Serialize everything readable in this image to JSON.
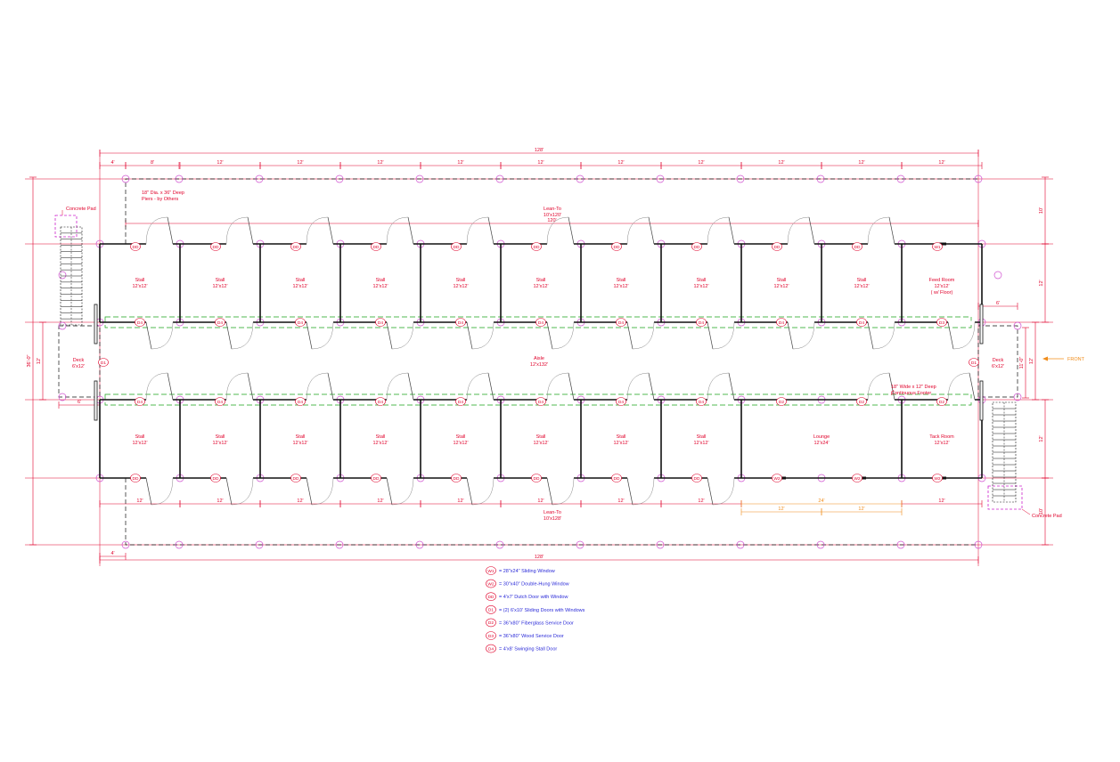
{
  "colors": {
    "dim": "#e0002a",
    "wall": "#111111",
    "footer": "#1aa11a",
    "pad": "#cc22cc",
    "legend": "#2a2ad8",
    "accent": "#f08c1a",
    "tag": "#e0002a"
  },
  "dims": {
    "overall_width": "128'",
    "leanto_inner": "120'",
    "offset_4": "4'",
    "first_bay": "8'",
    "bay": "12'",
    "depth_10": "10'",
    "depth_12": "12'",
    "overall_depth": "36'-0\"",
    "aisle_depth_left": "12'",
    "aisle_depth_right": "12'",
    "aisle_clear": "11'-0\"",
    "deck_6": "6'",
    "lounge_width": "24'"
  },
  "labels": {
    "concrete_pad_top": "Concrete Pad",
    "concrete_pad_bottom": "Concrete Pad",
    "piers_note_1": "18\" Dia. x 36\" Deep",
    "piers_note_2": "Piers - by Others",
    "leanto_top_1": "Lean-To",
    "leanto_top_2": "10'x120'",
    "leanto_bottom_1": "Lean-To",
    "leanto_bottom_2": "10'x128'",
    "aisle_1": "Aisle",
    "aisle_2": "12'x132'",
    "deck_left_1": "Deck",
    "deck_left_2": "6'x12'",
    "deck_right_1": "Deck",
    "deck_right_2": "6'x12'",
    "front": "FRONT",
    "footer_note_1": "18\" Wide x 12\" Deep",
    "footer_note_2": "Continuous Footer"
  },
  "rooms_top": [
    {
      "name": "Stall",
      "size": "12'x12'"
    },
    {
      "name": "Stall",
      "size": "12'x12'"
    },
    {
      "name": "Stall",
      "size": "12'x12'"
    },
    {
      "name": "Stall",
      "size": "12'x12'"
    },
    {
      "name": "Stall",
      "size": "12'x12'"
    },
    {
      "name": "Stall",
      "size": "12'x12'"
    },
    {
      "name": "Stall",
      "size": "12'x12'"
    },
    {
      "name": "Stall",
      "size": "12'x12'"
    },
    {
      "name": "Stall",
      "size": "12'x12'"
    },
    {
      "name": "Stall",
      "size": "12'x12'"
    },
    {
      "name": "Feed Room",
      "size": "12'x12'",
      "note": "( w/ Floor)"
    }
  ],
  "rooms_bottom": [
    {
      "name": "Stall",
      "size": "12'x12'"
    },
    {
      "name": "Stall",
      "size": "12'x12'"
    },
    {
      "name": "Stall",
      "size": "12'x12'"
    },
    {
      "name": "Stall",
      "size": "12'x12'"
    },
    {
      "name": "Stall",
      "size": "12'x12'"
    },
    {
      "name": "Stall",
      "size": "12'x12'"
    },
    {
      "name": "Stall",
      "size": "12'x12'"
    },
    {
      "name": "Stall",
      "size": "12'x12'"
    },
    {
      "name": "Lounge",
      "size": "12'x24'"
    },
    {
      "name": "Tack Room",
      "size": "12'x12'"
    }
  ],
  "tags": {
    "top_outer": [
      "DD",
      "DD",
      "DD",
      "DD",
      "DD",
      "DD",
      "DD",
      "DD",
      "DD",
      "DD",
      "W1"
    ],
    "top_inner": [
      "D4",
      "D4",
      "D4",
      "D4",
      "D4",
      "D4",
      "D4",
      "D4",
      "D4",
      "D4",
      "D3"
    ],
    "bottom_inner": [
      "D4",
      "D4",
      "D4",
      "D4",
      "D4",
      "D4",
      "D4",
      "D4",
      "D2",
      "D2",
      "D2"
    ],
    "bottom_outer": [
      "DD",
      "DD",
      "DD",
      "DD",
      "DD",
      "DD",
      "DD",
      "DD",
      "W2",
      "W2",
      "W2"
    ],
    "end_left": "D1",
    "end_right": "D1"
  },
  "legend": [
    {
      "tag": "W1",
      "text": "= 28\"x24\" Sliding Window"
    },
    {
      "tag": "W2",
      "text": "= 30\"x40\" Double-Hung Window"
    },
    {
      "tag": "DD",
      "text": "= 4'x7' Dutch Door with Window"
    },
    {
      "tag": "D1",
      "text": "= (2) 6'x10' Sliding Doors with Windows"
    },
    {
      "tag": "D2",
      "text": "= 36\"x80\" Fiberglass Service Door"
    },
    {
      "tag": "D3",
      "text": "= 36\"x80\" Wood Service Door"
    },
    {
      "tag": "D4",
      "text": "= 4'x8' Swinging Stall Door"
    }
  ]
}
